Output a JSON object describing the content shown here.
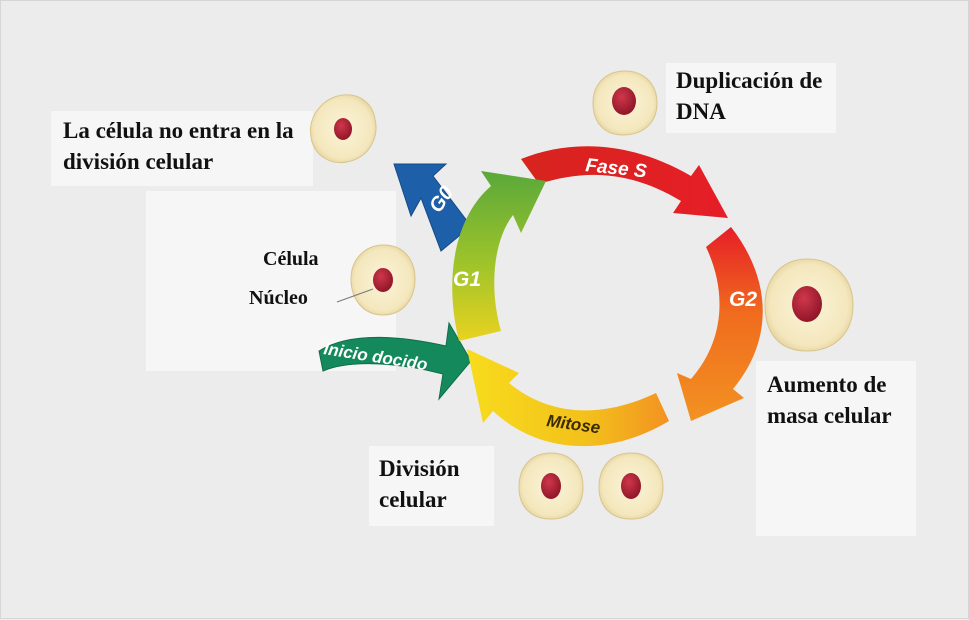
{
  "diagram": {
    "g0_text": "La célula no entra en la división celular",
    "s_text": "Duplicación de DNA",
    "g2_text": "Aumento de masa celular",
    "mitosis_text": "División celular",
    "cell_label": "Célula",
    "nucleus_label": "Núcleo",
    "phases": {
      "g0": "G0",
      "g1": "G1",
      "s": "Fase S",
      "g2": "G2",
      "mitosis": "Mitose",
      "start": "Inicio docido"
    },
    "colors": {
      "s_phase": "#e3192b",
      "g2_phase": "#f39222",
      "mitosis_phase": "#f7d21c",
      "g1_phase": "#7ab82f",
      "g0_arrow": "#1d5fa8",
      "start_arrow": "#148a5c",
      "cell_cytoplasm": "#f6ecc8",
      "cell_nucleus": "#a21a2e"
    }
  }
}
